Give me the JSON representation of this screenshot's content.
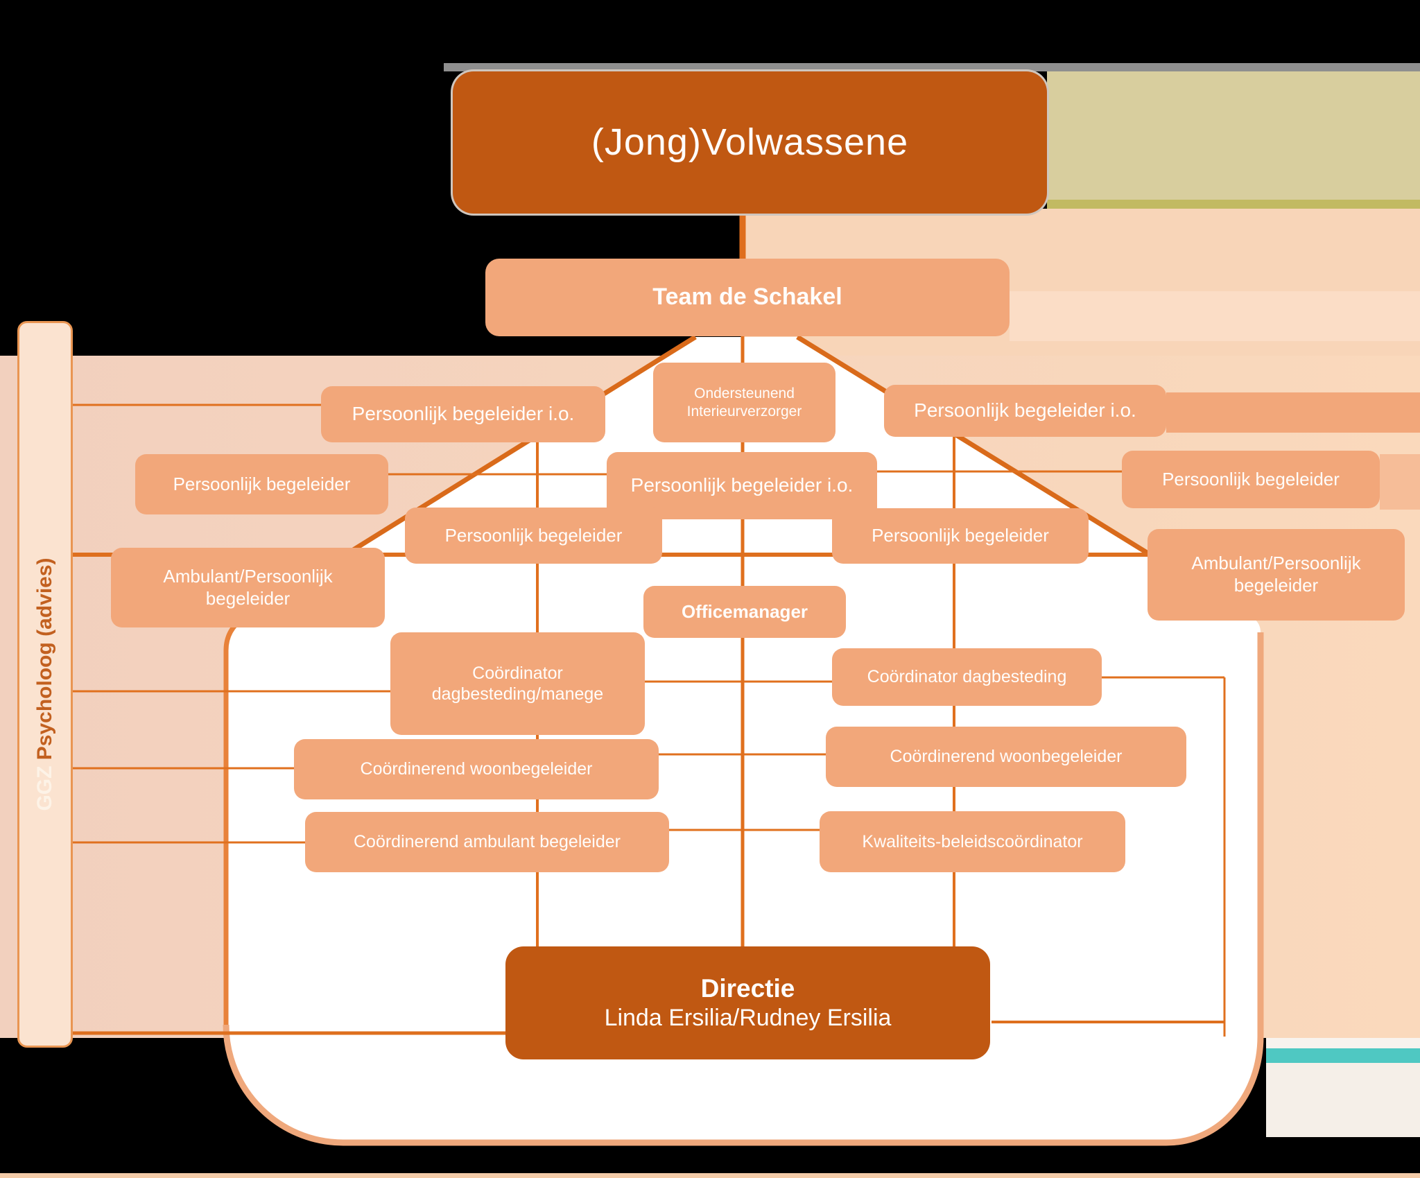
{
  "diagram_title": "(Jong)Volwassene",
  "nodes": {
    "jong_volwassene": {
      "label": "(Jong)Volwassene"
    },
    "team": {
      "label": "Team de Schakel"
    },
    "pb_io_left": {
      "label": "Persoonlijk begeleider i.o."
    },
    "ondersteunend": {
      "line1": "Ondersteunend",
      "line2": "Interieurverzorger"
    },
    "pb_io_right": {
      "label": "Persoonlijk begeleider i.o."
    },
    "pb_io_center": {
      "label": "Persoonlijk begeleider i.o."
    },
    "pb_far_left": {
      "label": "Persoonlijk begeleider"
    },
    "pb_center_left": {
      "label": "Persoonlijk begeleider"
    },
    "pb_center_right": {
      "label": "Persoonlijk begeleider"
    },
    "pb_far_right": {
      "label": "Persoonlijk begeleider"
    },
    "amb_left": {
      "line1": "Ambulant/Persoonlijk",
      "line2": "begeleider"
    },
    "amb_right": {
      "line1": "Ambulant/Persoonlijk",
      "line2": "begeleider"
    },
    "officemanager": {
      "label": "Officemanager"
    },
    "coord_dagbesteding_manege": {
      "line1": "Coördinator",
      "line2": "dagbesteding/manege"
    },
    "coord_woon_left": {
      "label": "Coördinerend woonbegeleider"
    },
    "coord_ambulant_left": {
      "label": "Coördinerend ambulant begeleider"
    },
    "coord_dagbesteding_right": {
      "label": "Coördinator dagbesteding"
    },
    "coord_woon_right": {
      "label": "Coördinerend woonbegeleider"
    },
    "kwaliteits": {
      "label": "Kwaliteits-beleidscoördinator"
    },
    "directie": {
      "line1": "Directie",
      "line2": "Linda Ersilia/Rudney Ersilia"
    },
    "ggz": {
      "prefix": "GGZ",
      "label": "Psycholoog (advies)"
    }
  },
  "colors": {
    "dark_box": "#C05812",
    "light_box": "#F2A77A",
    "connector": "#E0701E",
    "peach_background": "#F5D3BA",
    "tan_band": "#D8CE9E",
    "olive_band": "#C2BA62",
    "gray_band": "#8F8F8F",
    "teal_band": "#4FC8C2",
    "ggz_fill": "#FBE3D0",
    "white_panel": "#FFFFFF"
  }
}
